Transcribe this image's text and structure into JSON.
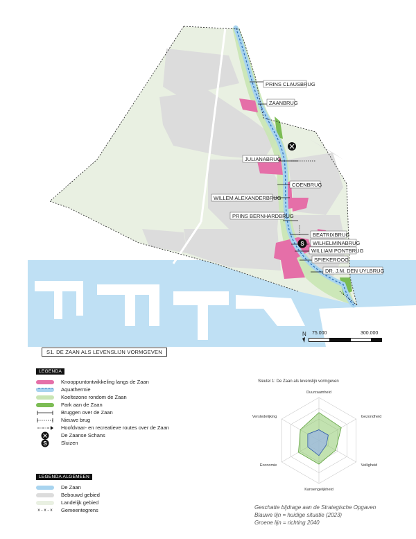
{
  "map": {
    "bridges": [
      "PRINS CLAUSBRUG",
      "ZAANBRUG",
      "JULIANABRUG",
      "COENBRUG",
      "WILLEM ALEXANDERBRUG",
      "PRINS BERNHARDBRUG",
      "BEATRIXBRUG",
      "WILHELMINABRUG",
      "WILLIAM PONTBRUG",
      "SPIEKEROOG",
      "DR. J.M. DEN UYLBRUG"
    ],
    "north": "N",
    "scale": [
      "75.000",
      "300.000"
    ],
    "caption": "S1. DE ZAAN ALS LEVENSLIJN VORMGEVEN",
    "colors": {
      "zaan": "#a8d4ef",
      "pink": "#e56fa8",
      "cool": "#c9e5b4",
      "park": "#7cbc54",
      "built": "#dcdcdc",
      "rural": "#e9f0e2"
    }
  },
  "legend": {
    "title": "LEGENDA",
    "items": [
      {
        "label": "Knooppuntontwikkeling langs de Zaan",
        "type": "pink"
      },
      {
        "label": "Aquathermie",
        "type": "aqua"
      },
      {
        "label": "Koeltezone rondom de Zaan",
        "type": "cool"
      },
      {
        "label": "Park aan de Zaan",
        "type": "park"
      },
      {
        "label": "Bruggen over de Zaan",
        "type": "bridge"
      },
      {
        "label": "Nieuwe brug",
        "type": "newbridge"
      },
      {
        "label": "Hoofdvaar- en recreatieve routes over de Zaan",
        "type": "route"
      },
      {
        "label": "De Zaanse Schans",
        "type": "schans"
      },
      {
        "label": "Sluizen",
        "type": "sluis"
      }
    ]
  },
  "legend_general": {
    "title": "LEGENDA ALGEMEEN",
    "items": [
      {
        "label": "De Zaan",
        "type": "zaan"
      },
      {
        "label": "Bebouwd gebied",
        "type": "built"
      },
      {
        "label": "Landelijk gebied",
        "type": "rural"
      },
      {
        "label": "Gemeentegrens",
        "type": "border",
        "symbol": "x - x - x"
      }
    ]
  },
  "radar": {
    "title": "Sleutel 1: De Zaan als levenslijn vormgeven",
    "axes": [
      "Duurzaamheid",
      "Gezondheid",
      "Veiligheid",
      "Kansengelijkheid",
      "Economie",
      "Verstedelijking"
    ],
    "current": [
      0.25,
      0.25,
      0.2,
      0.35,
      0.3,
      0.3
    ],
    "target": [
      0.65,
      0.6,
      0.45,
      0.55,
      0.55,
      0.5
    ]
  },
  "note": {
    "line1": "Geschatte bijdrage aan de Strategische Opgaven",
    "line2": "Blauwe lijn = huidige situatie (2023)",
    "line3": "Groene lijn = richting 2040"
  }
}
